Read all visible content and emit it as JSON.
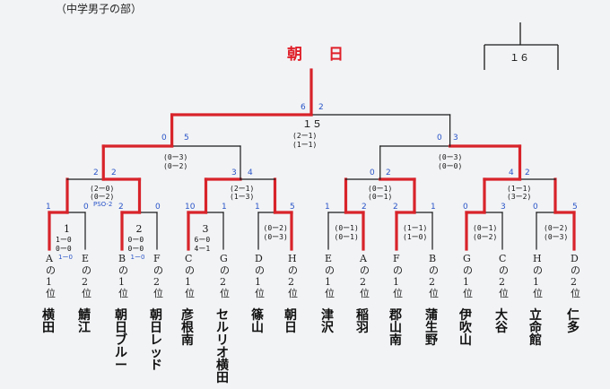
{
  "header": {
    "title": "（中学男子の部）"
  },
  "champion": {
    "name": "朝　日"
  },
  "corner_box": {
    "label": "１６"
  },
  "final": {
    "match_no": "１５",
    "score_top": "(2ー1)",
    "score_sub": "(1ー1)",
    "left_goals": "6",
    "right_goals": "2"
  },
  "semifinals": [
    {
      "left_goals": "0",
      "right_goals": "5",
      "score": "(0ー3)",
      "score2": "(0ー2)"
    },
    {
      "left_goals": "0",
      "right_goals": "3",
      "score": "(0ー3)",
      "score2": "(0ー0)"
    }
  ],
  "quarterfinals": [
    {
      "left_goals": "2",
      "right_goals": "2",
      "score": "(2ー0)",
      "score2": "(0ー2)",
      "note": "PSO-2"
    },
    {
      "left_goals": "3",
      "right_goals": "4",
      "score": "(2ー1)",
      "score2": "(1ー3)"
    },
    {
      "left_goals": "0",
      "right_goals": "2",
      "score": "(0ー1)",
      "score2": "(0ー1)"
    },
    {
      "left_goals": "4",
      "right_goals": "2",
      "score": "(1ー1)",
      "score2": "(3ー2)"
    }
  ],
  "round1": [
    {
      "match_no": "1",
      "score": "1ー0",
      "score2": "0ー0",
      "left_goals": "1",
      "right_goals": "0",
      "pk": "1ー0"
    },
    {
      "match_no": "2",
      "score": "0ー0",
      "score2": "0ー0",
      "left_goals": "2",
      "right_goals": "0",
      "pk": "1ー0"
    },
    {
      "match_no": "3",
      "score": "6ー0",
      "score2": "4ー1",
      "left_goals": "10",
      "right_goals": "1",
      "pk": ""
    },
    {
      "match_no": "",
      "score": "(0ー2)",
      "score2": "(0ー3)",
      "left_goals": "1",
      "right_goals": "5",
      "pk": ""
    },
    {
      "match_no": "",
      "score": "(0ー1)",
      "score2": "(0ー1)",
      "left_goals": "1",
      "right_goals": "2",
      "pk": ""
    },
    {
      "match_no": "",
      "score": "(1ー1)",
      "score2": "(1ー0)",
      "left_goals": "2",
      "right_goals": "1",
      "pk": ""
    },
    {
      "match_no": "",
      "score": "(0ー1)",
      "score2": "(0ー2)",
      "left_goals": "0",
      "right_goals": "3",
      "pk": ""
    },
    {
      "match_no": "",
      "score": "(0ー2)",
      "score2": "(0ー3)",
      "left_goals": "0",
      "right_goals": "5",
      "pk": ""
    }
  ],
  "teams": [
    {
      "seed": [
        "A",
        "の",
        "1",
        "位"
      ],
      "name": [
        "横",
        "田"
      ]
    },
    {
      "seed": [
        "E",
        "の",
        "2",
        "位"
      ],
      "name": [
        "鯖",
        "江"
      ]
    },
    {
      "seed": [
        "B",
        "の",
        "1",
        "位"
      ],
      "name": [
        "朝",
        "日",
        "ブ",
        "ル",
        "ー"
      ]
    },
    {
      "seed": [
        "F",
        "の",
        "2",
        "位"
      ],
      "name": [
        "朝",
        "日",
        "レ",
        "ッ",
        "ド"
      ]
    },
    {
      "seed": [
        "C",
        "の",
        "1",
        "位"
      ],
      "name": [
        "彦",
        "根",
        "南"
      ]
    },
    {
      "seed": [
        "G",
        "の",
        "2",
        "位"
      ],
      "name": [
        "セ",
        "ル",
        "リ",
        "オ",
        "横",
        "田"
      ]
    },
    {
      "seed": [
        "D",
        "の",
        "1",
        "位"
      ],
      "name": [
        "篠",
        "山"
      ]
    },
    {
      "seed": [
        "H",
        "の",
        "2",
        "位"
      ],
      "name": [
        "朝",
        "日"
      ]
    },
    {
      "seed": [
        "E",
        "の",
        "1",
        "位"
      ],
      "name": [
        "津",
        "沢"
      ]
    },
    {
      "seed": [
        "A",
        "の",
        "2",
        "位"
      ],
      "name": [
        "稲",
        "羽"
      ]
    },
    {
      "seed": [
        "F",
        "の",
        "1",
        "位"
      ],
      "name": [
        "郡",
        "山",
        "南"
      ]
    },
    {
      "seed": [
        "B",
        "の",
        "2",
        "位"
      ],
      "name": [
        "蒲",
        "生",
        "野"
      ]
    },
    {
      "seed": [
        "G",
        "の",
        "1",
        "位"
      ],
      "name": [
        "伊",
        "吹",
        "山"
      ]
    },
    {
      "seed": [
        "C",
        "の",
        "2",
        "位"
      ],
      "name": [
        "大",
        "谷"
      ]
    },
    {
      "seed": [
        "H",
        "の",
        "1",
        "位"
      ],
      "name": [
        "立",
        "命",
        "館"
      ]
    },
    {
      "seed": [
        "D",
        "の",
        "2",
        "位"
      ],
      "name": [
        "仁",
        "多"
      ]
    }
  ],
  "colors": {
    "winner_line": "#d8232a",
    "line": "#1a1a1a",
    "paper": "#f2f3f5",
    "ink_blue": "#2a55c8"
  }
}
